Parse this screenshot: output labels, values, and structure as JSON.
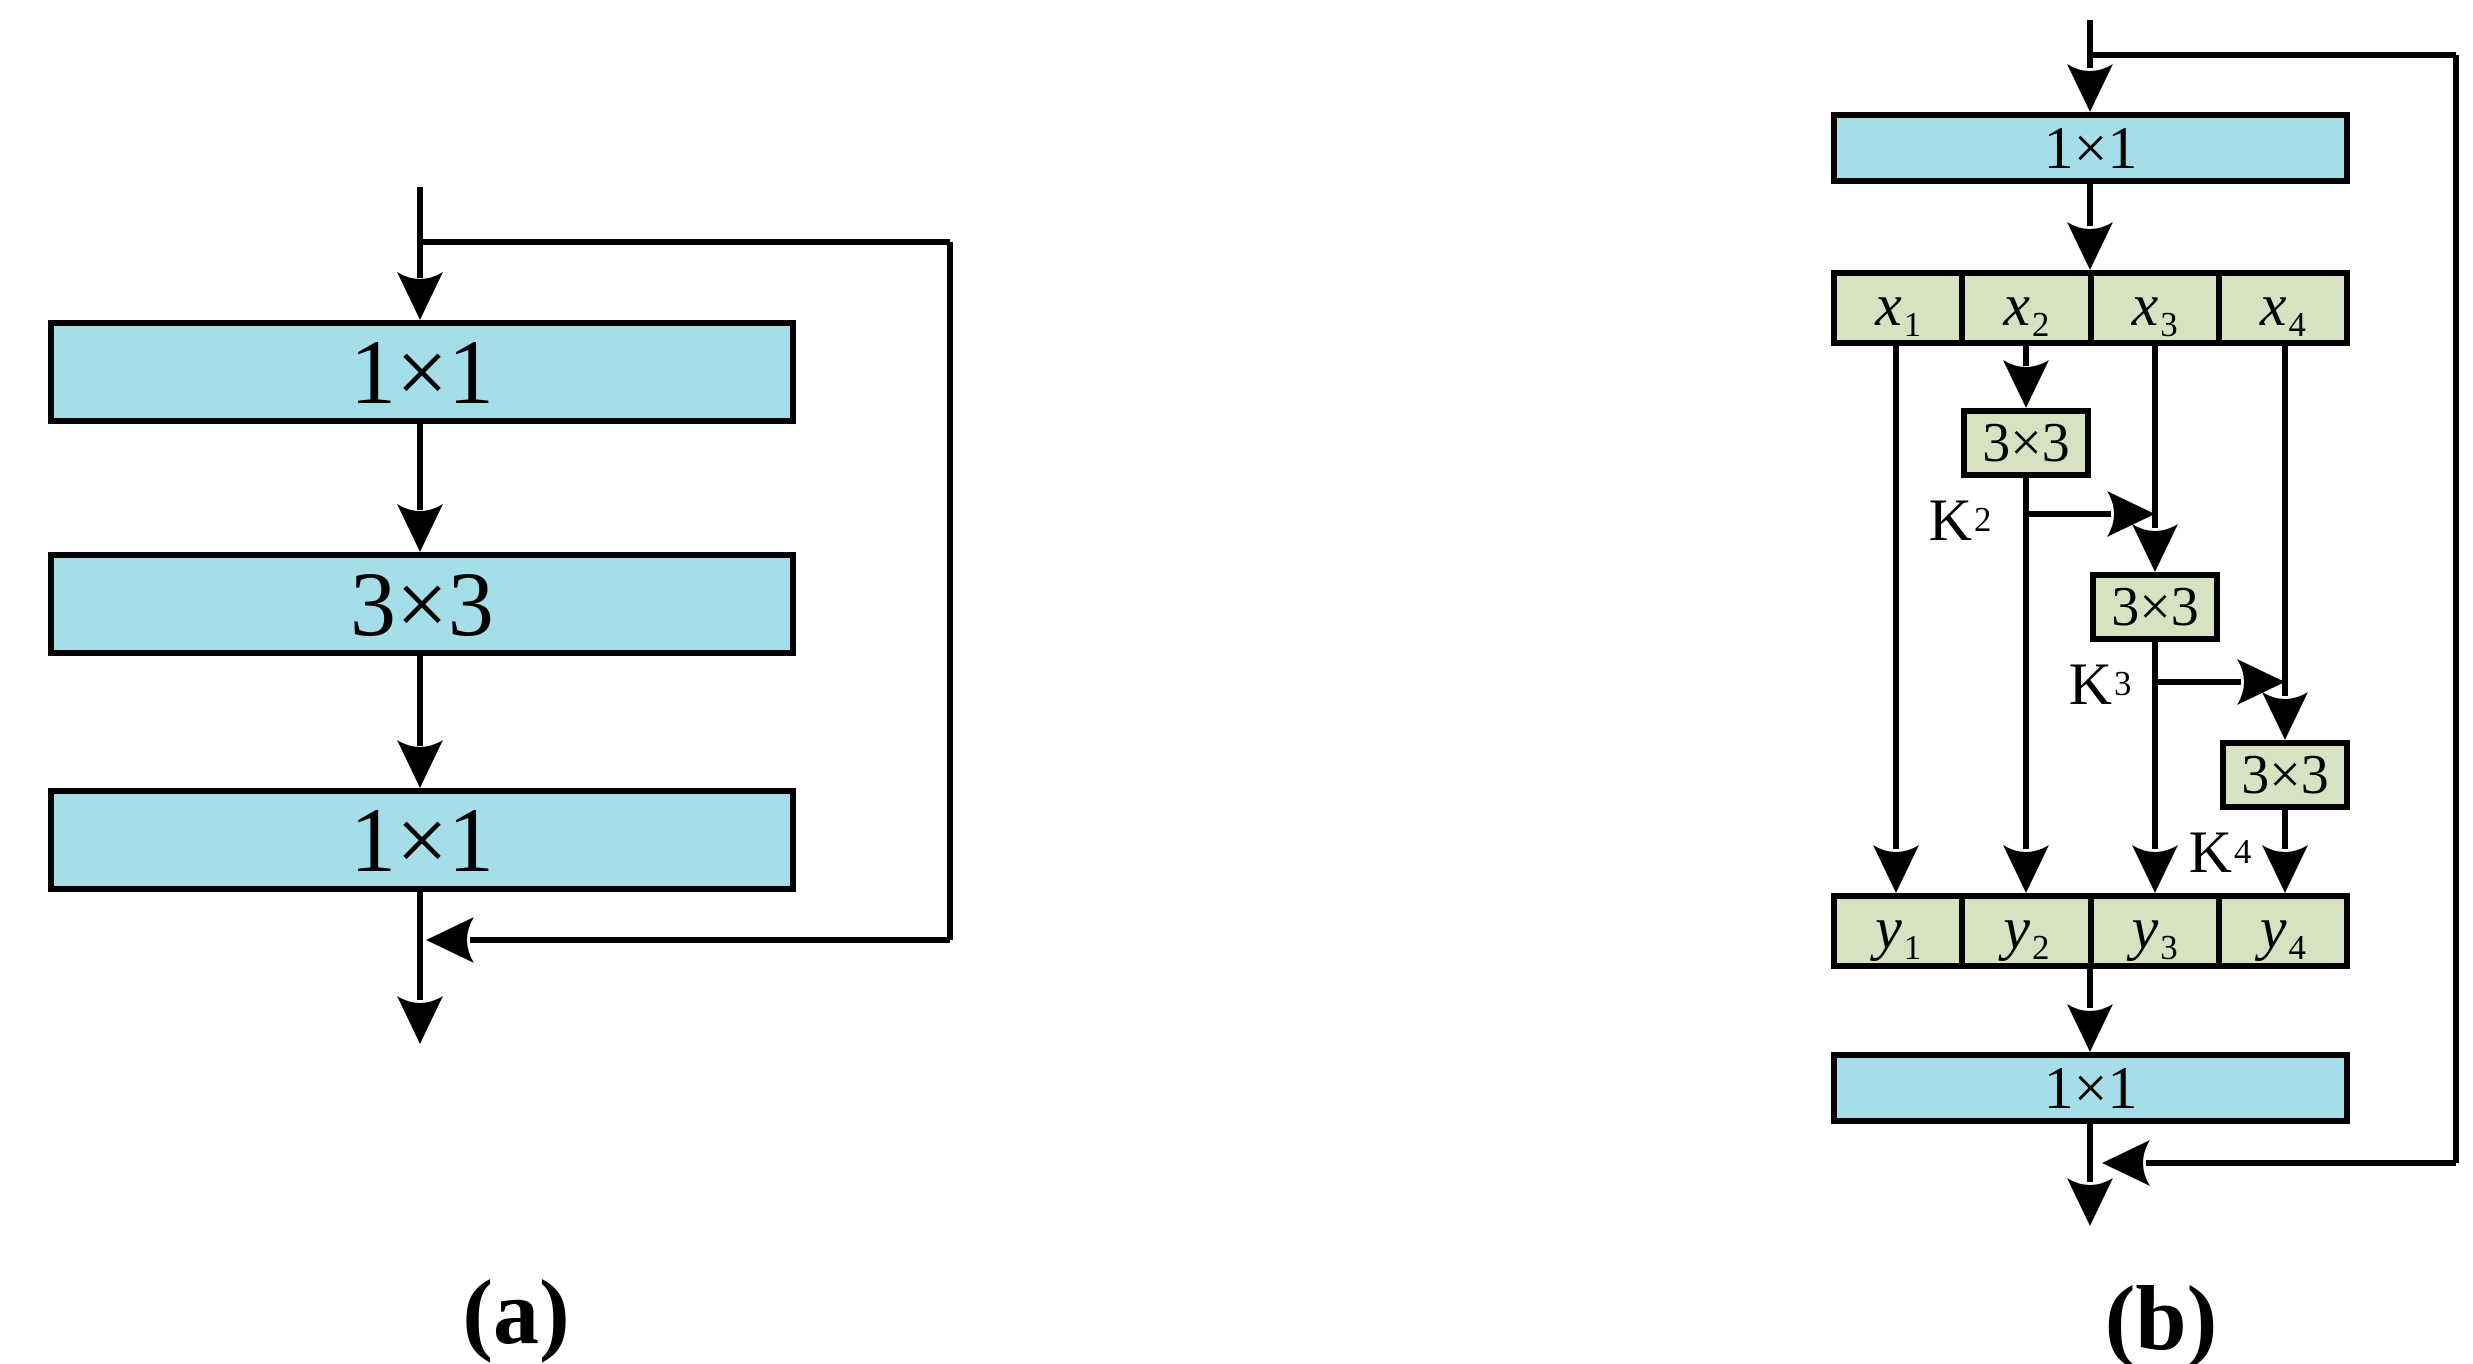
{
  "colors": {
    "box_blue": "#a5dee9",
    "box_green": "#d6e2c1",
    "stroke": "#000000",
    "background": "#ffffff"
  },
  "diagram_a": {
    "caption": "(a)",
    "conv_boxes": [
      {
        "label": "1×1"
      },
      {
        "label": "3×3"
      },
      {
        "label": "1×1"
      }
    ]
  },
  "diagram_b": {
    "caption": "(b)",
    "input_conv": {
      "label": "1×1"
    },
    "split_cells": [
      {
        "base": "x",
        "sub": "1"
      },
      {
        "base": "x",
        "sub": "2"
      },
      {
        "base": "x",
        "sub": "3"
      },
      {
        "base": "x",
        "sub": "4"
      }
    ],
    "scale_convs": [
      {
        "label": "3×3"
      },
      {
        "label": "3×3"
      },
      {
        "label": "3×3"
      }
    ],
    "kernel_labels": [
      {
        "base": "K",
        "sub": "2"
      },
      {
        "base": "K",
        "sub": "3"
      },
      {
        "base": "K",
        "sub": "4"
      }
    ],
    "output_cells": [
      {
        "base": "y",
        "sub": "1"
      },
      {
        "base": "y",
        "sub": "2"
      },
      {
        "base": "y",
        "sub": "3"
      },
      {
        "base": "y",
        "sub": "4"
      }
    ],
    "output_conv": {
      "label": "1×1"
    }
  }
}
